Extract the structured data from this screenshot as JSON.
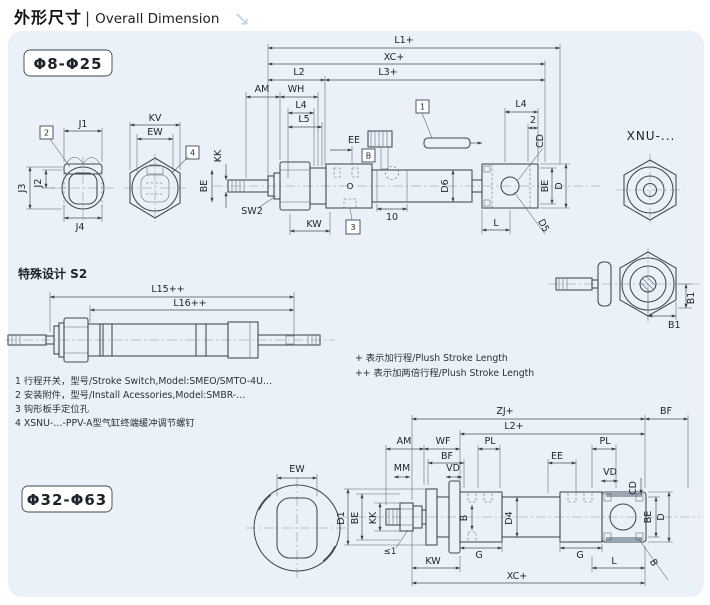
{
  "header": {
    "title_zh": "外形尺寸",
    "divider": "|",
    "title_en": "Overall Dimension",
    "arrow_icon": "↘"
  },
  "top_section": {
    "range_label": "Φ8-Φ25",
    "series_label": "XNU-...",
    "callout_1": "1",
    "callout_2": "2",
    "callout_3": "3",
    "callout_4": "4",
    "dims": {
      "l1": "L1+",
      "xc": "XC+",
      "l2": "L2",
      "l3": "L3+",
      "am": "AM",
      "wh": "WH",
      "l4": "L4",
      "l5": "L5",
      "ee": "EE",
      "kv": "KV",
      "ew": "EW",
      "j1": "J1",
      "j2": "J2",
      "j3": "J3",
      "j4": "J4",
      "kk": "KK",
      "be_left": "BE",
      "sw2": "SW2",
      "kw": "KW",
      "band": "10",
      "d6": "D6",
      "b_marker": "B",
      "l4_right": "L4",
      "two": "2",
      "cd": "CD",
      "be_right": "BE",
      "d": "D",
      "l": "L",
      "d5": "D5",
      "b1_v": "B1",
      "b1_h": "B1"
    }
  },
  "s2_section": {
    "title": "特殊设计 S2",
    "dims": {
      "l15": "L15++",
      "l16": "L16++"
    }
  },
  "notes": [
    "1 行程开关，型号/Stroke Switch,Model:SMEO/SMTO-4U…",
    "2 安装附件，型号/Install Acessories,Model:SMBR-…",
    "3 钩形板手定位孔",
    "4 XSNU-…-PPV-A型气缸终端缓冲调节螺钉"
  ],
  "stroke_notes": [
    "+ 表示加行程/Plush Stroke Length",
    "++ 表示加两倍行程/Plush Stroke Length"
  ],
  "bottom_section": {
    "range_label": "Φ32-Φ63",
    "dims": {
      "zj": "ZJ+",
      "bf_top": "BF",
      "l2": "L2+",
      "am": "AM",
      "wf": "WF",
      "pl_left": "PL",
      "pl_right": "PL",
      "bf": "BF",
      "ee": "EE",
      "mm": "MM",
      "vd_left": "VD",
      "vd_right": "VD",
      "ew": "EW",
      "cd": "CD",
      "d1": "D1",
      "be_left": "BE",
      "kk": "KK",
      "b_mid": "B",
      "d4": "D4",
      "g_left": "G",
      "g_right": "G",
      "tol": "≤1",
      "kw": "KW",
      "xc": "XC+",
      "l": "L",
      "b_right": "B",
      "be_right": "BE",
      "d": "D"
    }
  }
}
